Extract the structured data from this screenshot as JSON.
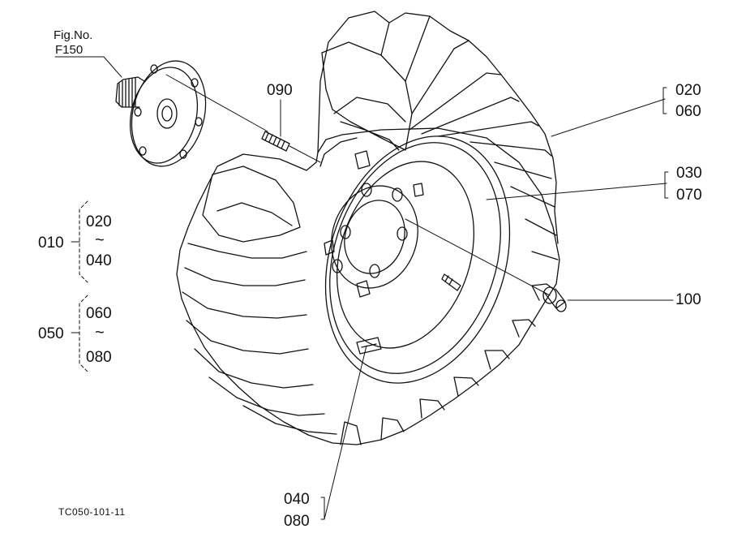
{
  "figure": {
    "fig_no_label": "Fig.No.",
    "fig_no": "F150",
    "drawing_code": "TC050-101-11"
  },
  "callouts": {
    "c090": "090",
    "c020": "020",
    "c060": "060",
    "c030": "030",
    "c070": "070",
    "c100": "100",
    "c040": "040",
    "c080": "080"
  },
  "groups": {
    "g010": {
      "code": "010",
      "from": "020",
      "sep": "~",
      "to": "040"
    },
    "g050": {
      "code": "050",
      "from": "060",
      "sep": "~",
      "to": "080"
    }
  },
  "parts": {
    "hub": "axle-hub-icon",
    "stud": "wheel-stud-icon",
    "tire": "tractor-tire-icon",
    "rim": "wheel-rim-icon",
    "nut": "wheel-nut-icon",
    "valve": "valve-stem-icon"
  },
  "colors": {
    "line": "#111111",
    "background": "#ffffff"
  }
}
